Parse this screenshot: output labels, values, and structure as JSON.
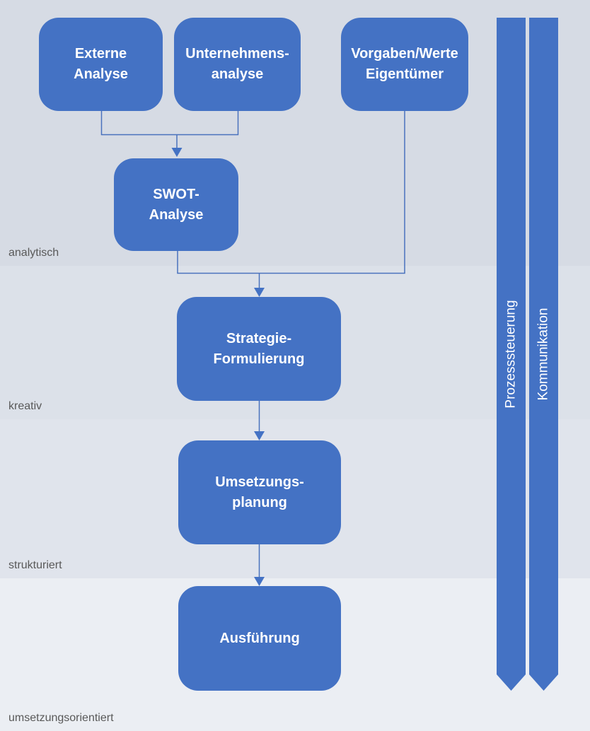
{
  "diagram": {
    "title_hint": "strategy process flowchart",
    "bands": [
      {
        "label": "analytisch",
        "color": "#d6dbe4"
      },
      {
        "label": "kreativ",
        "color": "#dce1e9"
      },
      {
        "label": "strukturiert",
        "color": "#e0e4ec"
      },
      {
        "label": "umsetzungsorientiert",
        "color": "#ebeef3"
      }
    ],
    "nodes": {
      "externe": {
        "line1": "Externe",
        "line2": "Analyse"
      },
      "unternehmens": {
        "line1": "Unternehmens-",
        "line2": "analyse"
      },
      "vorgaben": {
        "line1": "Vorgaben/Werte",
        "line2": "Eigentümer"
      },
      "swot": {
        "line1": "SWOT-",
        "line2": "Analyse"
      },
      "strategie": {
        "line1": "Strategie-",
        "line2": "Formulierung"
      },
      "umsetzung": {
        "line1": "Umsetzungs-",
        "line2": "planung"
      },
      "ausfuehrung": {
        "line1": "Ausführung"
      }
    },
    "side_bars": [
      {
        "label": "Prozesssteuerung"
      },
      {
        "label": "Kommunikation"
      }
    ],
    "colors": {
      "node_fill": "#4472c4",
      "node_text": "#ffffff",
      "connector": "#4a72bd",
      "band_label_text": "#595959"
    }
  }
}
